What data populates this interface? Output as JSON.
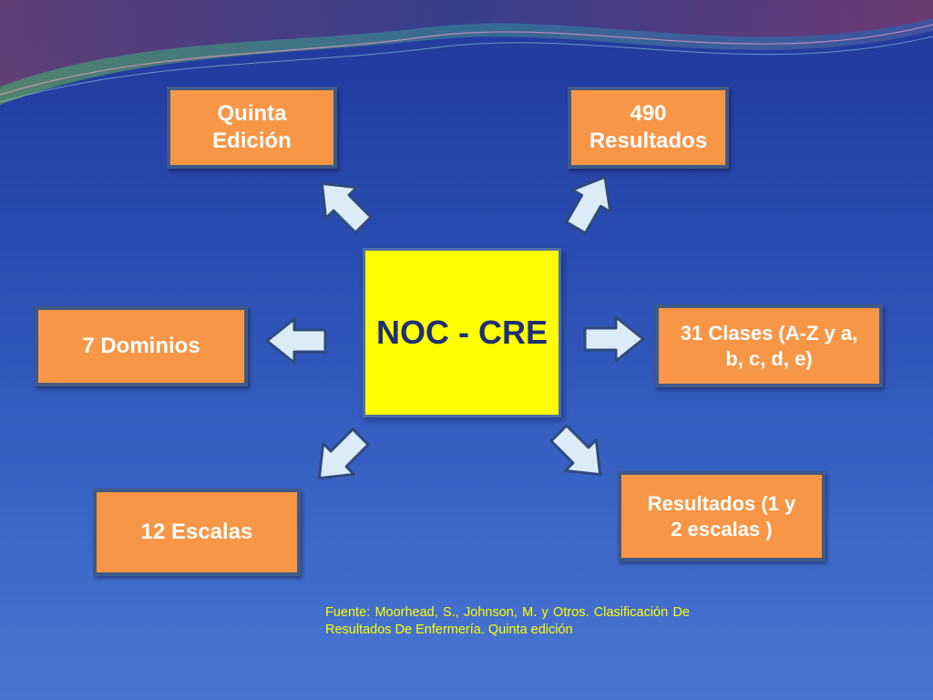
{
  "center": {
    "label": "NOC - CRE"
  },
  "nodes": {
    "top_left": "Quinta\nEdición",
    "top_right": "490\nResultados",
    "mid_left": "7 Dominios",
    "mid_right": "31 Clases (A-Z y a,\nb, c, d, e)",
    "bottom_left": "12 Escalas",
    "bottom_right": "Resultados  (1 y\n2 escalas )"
  },
  "source": "Fuente: Moorhead, S., Johnson, M. y Otros. Clasificación De Resultados De Enfermería. Quinta edición",
  "colors": {
    "node_fill": "#f79646",
    "node_border": "#3e5a86",
    "center_fill": "#ffff00",
    "center_text": "#1f2f73",
    "arrow_fill": "#dcecf6",
    "arrow_stroke": "#2f4a7c",
    "source_text": "#ffff00"
  }
}
